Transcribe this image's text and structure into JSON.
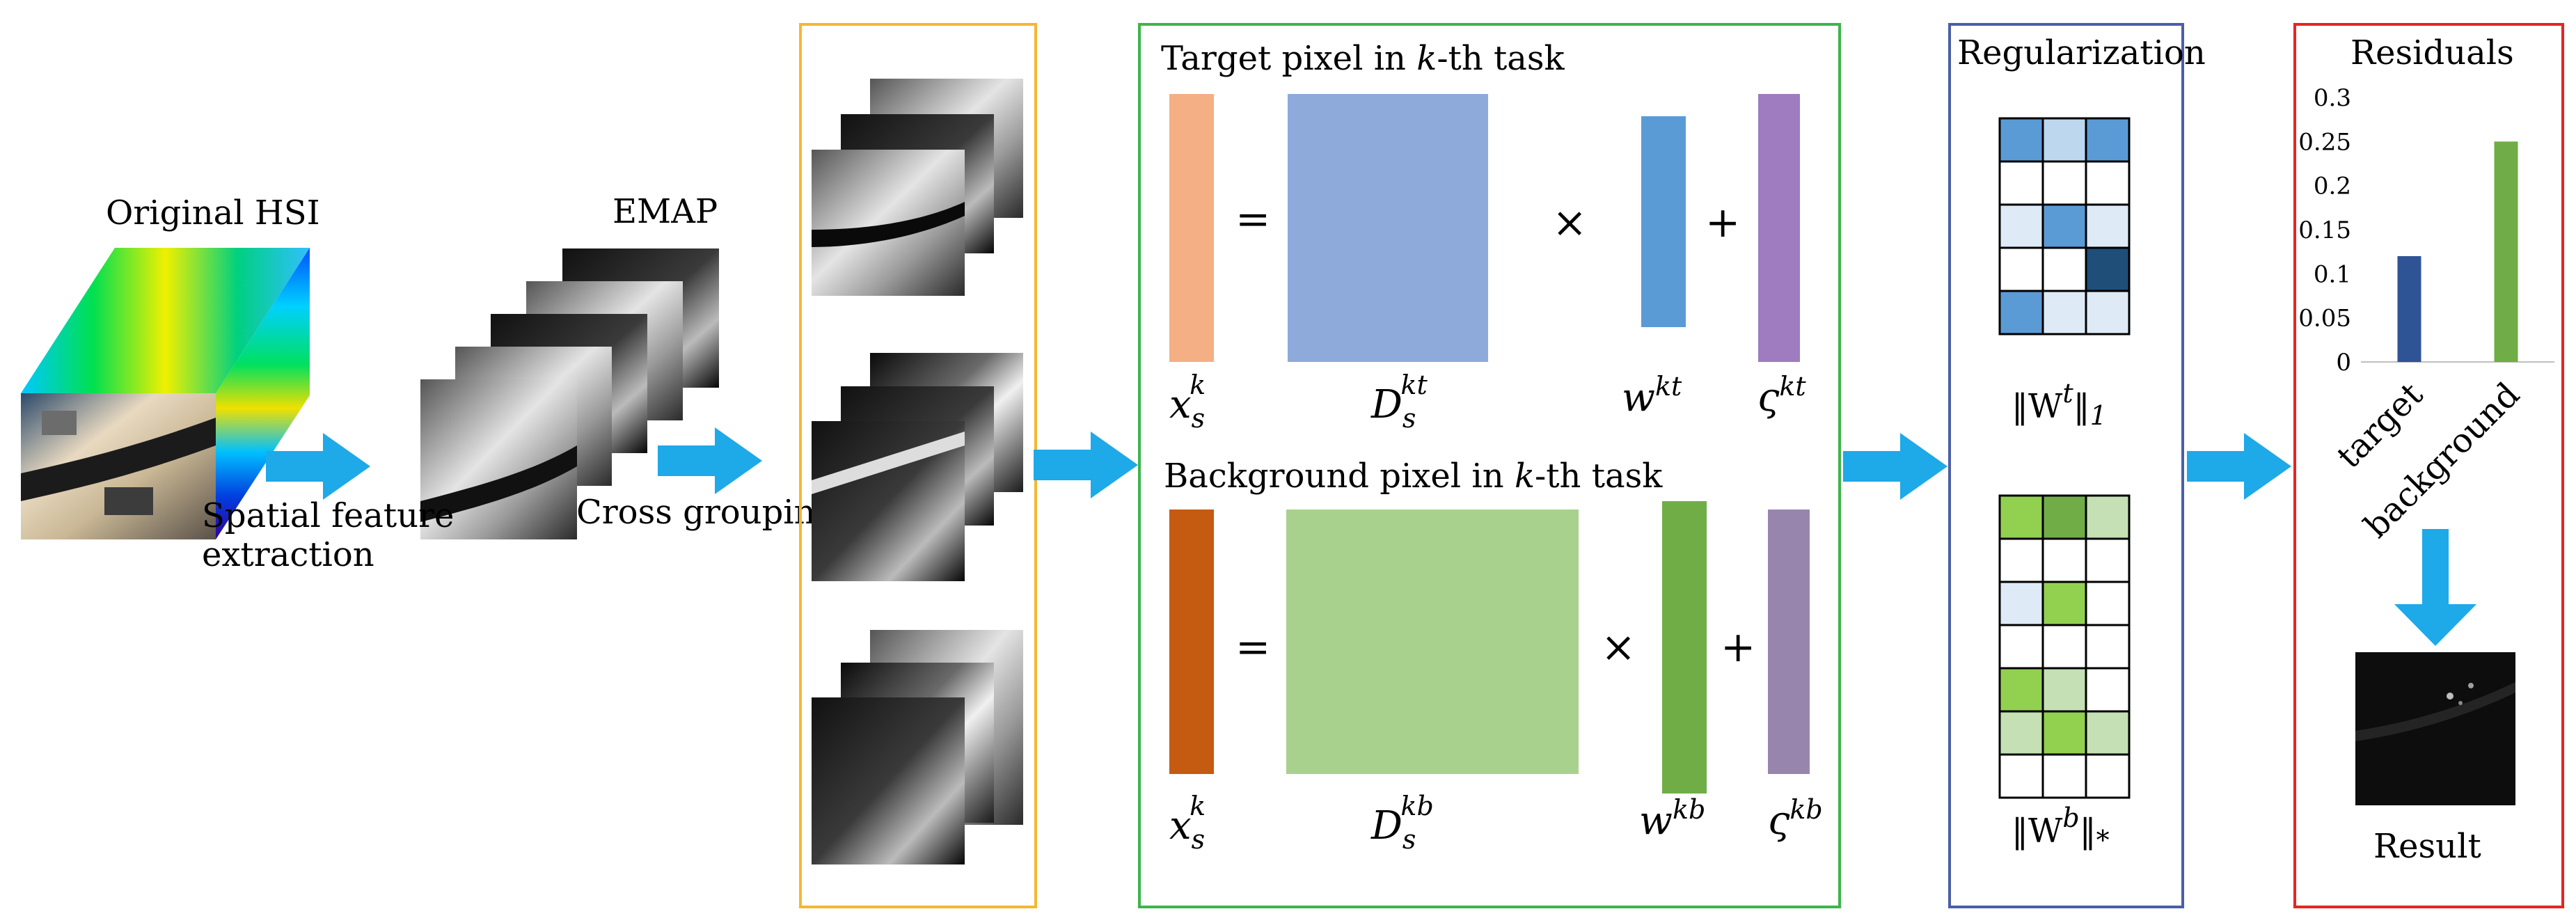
{
  "labels": {
    "original_hsi": "Original HSI",
    "emap": "EMAP",
    "spatial_feature_1": "Spatial feature",
    "spatial_feature_2": "extraction",
    "cross_grouping": "Cross grouping",
    "regularization": "Regularization",
    "residuals": "Residuals",
    "result": "Result"
  },
  "target_task": {
    "title_pre": "Target pixel in ",
    "title_k": "k",
    "title_post": "-th task",
    "eq": "=",
    "times": "×",
    "plus": "+",
    "x_base": "x",
    "x_sub": "s",
    "x_sup": "k",
    "d_base": "D",
    "d_sub": "s",
    "d_sup": "kt",
    "w_base": "w",
    "w_sup": "kt",
    "z_base": "ς",
    "z_sup": "kt",
    "norm_pre": "‖W",
    "norm_sup": "t",
    "norm_post": "‖",
    "norm_sub": "1"
  },
  "background_task": {
    "title_pre": "Background pixel in ",
    "title_k": "k",
    "title_post": "-th task",
    "eq": "=",
    "times": "×",
    "plus": "+",
    "x_base": "x",
    "x_sub": "s",
    "x_sup": "k",
    "d_base": "D",
    "d_sub": "s",
    "d_sup": "kb",
    "w_base": "w",
    "w_sup": "kb",
    "z_base": "ς",
    "z_sup": "kb",
    "norm_pre": "‖W",
    "norm_sup": "b",
    "norm_post": "‖",
    "norm_sub": "*"
  },
  "colors": {
    "arrow": "#1EA9E8",
    "frame_orange": "#F5B731",
    "frame_green": "#3DB54A",
    "frame_blue": "#4B5FA8",
    "frame_red": "#E52521",
    "x_target": "#F4AF84",
    "d_target": "#8EAADB",
    "w_target": "#5B9BD5",
    "z_target": "#9E7CBF",
    "x_background": "#C55A11",
    "d_background": "#A9D18E",
    "w_background": "#70AD47",
    "z_background": "#9785AE",
    "bar_target": "#2F5496",
    "bar_background": "#70AD47"
  },
  "matrix_target": [
    [
      "#5B9BD5",
      "#BDD7EE",
      "#5B9BD5"
    ],
    [
      "#FFFFFF",
      "#FFFFFF",
      "#FFFFFF"
    ],
    [
      "#DEEBF7",
      "#5B9BD5",
      "#DEEBF7"
    ],
    [
      "#FFFFFF",
      "#FFFFFF",
      "#1F4E79"
    ],
    [
      "#5B9BD5",
      "#DEEBF7",
      "#DEEBF7"
    ]
  ],
  "matrix_background": [
    [
      "#92D050",
      "#70AD47",
      "#C5E0B4"
    ],
    [
      "#FFFFFF",
      "#FFFFFF",
      "#FFFFFF"
    ],
    [
      "#DEEBF7",
      "#92D050",
      "#FFFFFF"
    ],
    [
      "#FFFFFF",
      "#FFFFFF",
      "#FFFFFF"
    ],
    [
      "#92D050",
      "#C5E0B4",
      "#FFFFFF"
    ],
    [
      "#C5E0B4",
      "#92D050",
      "#C5E0B4"
    ],
    [
      "#FFFFFF",
      "#FFFFFF",
      "#FFFFFF"
    ]
  ],
  "chart_data": {
    "type": "bar",
    "title": "Residuals",
    "categories": [
      "target",
      "background"
    ],
    "values": [
      0.12,
      0.25
    ],
    "ylim": [
      0,
      0.3
    ],
    "yticks": [
      "0.3",
      "0.25",
      "0.2",
      "0.15",
      "0.1",
      "0.05",
      "0"
    ],
    "grid": false
  }
}
